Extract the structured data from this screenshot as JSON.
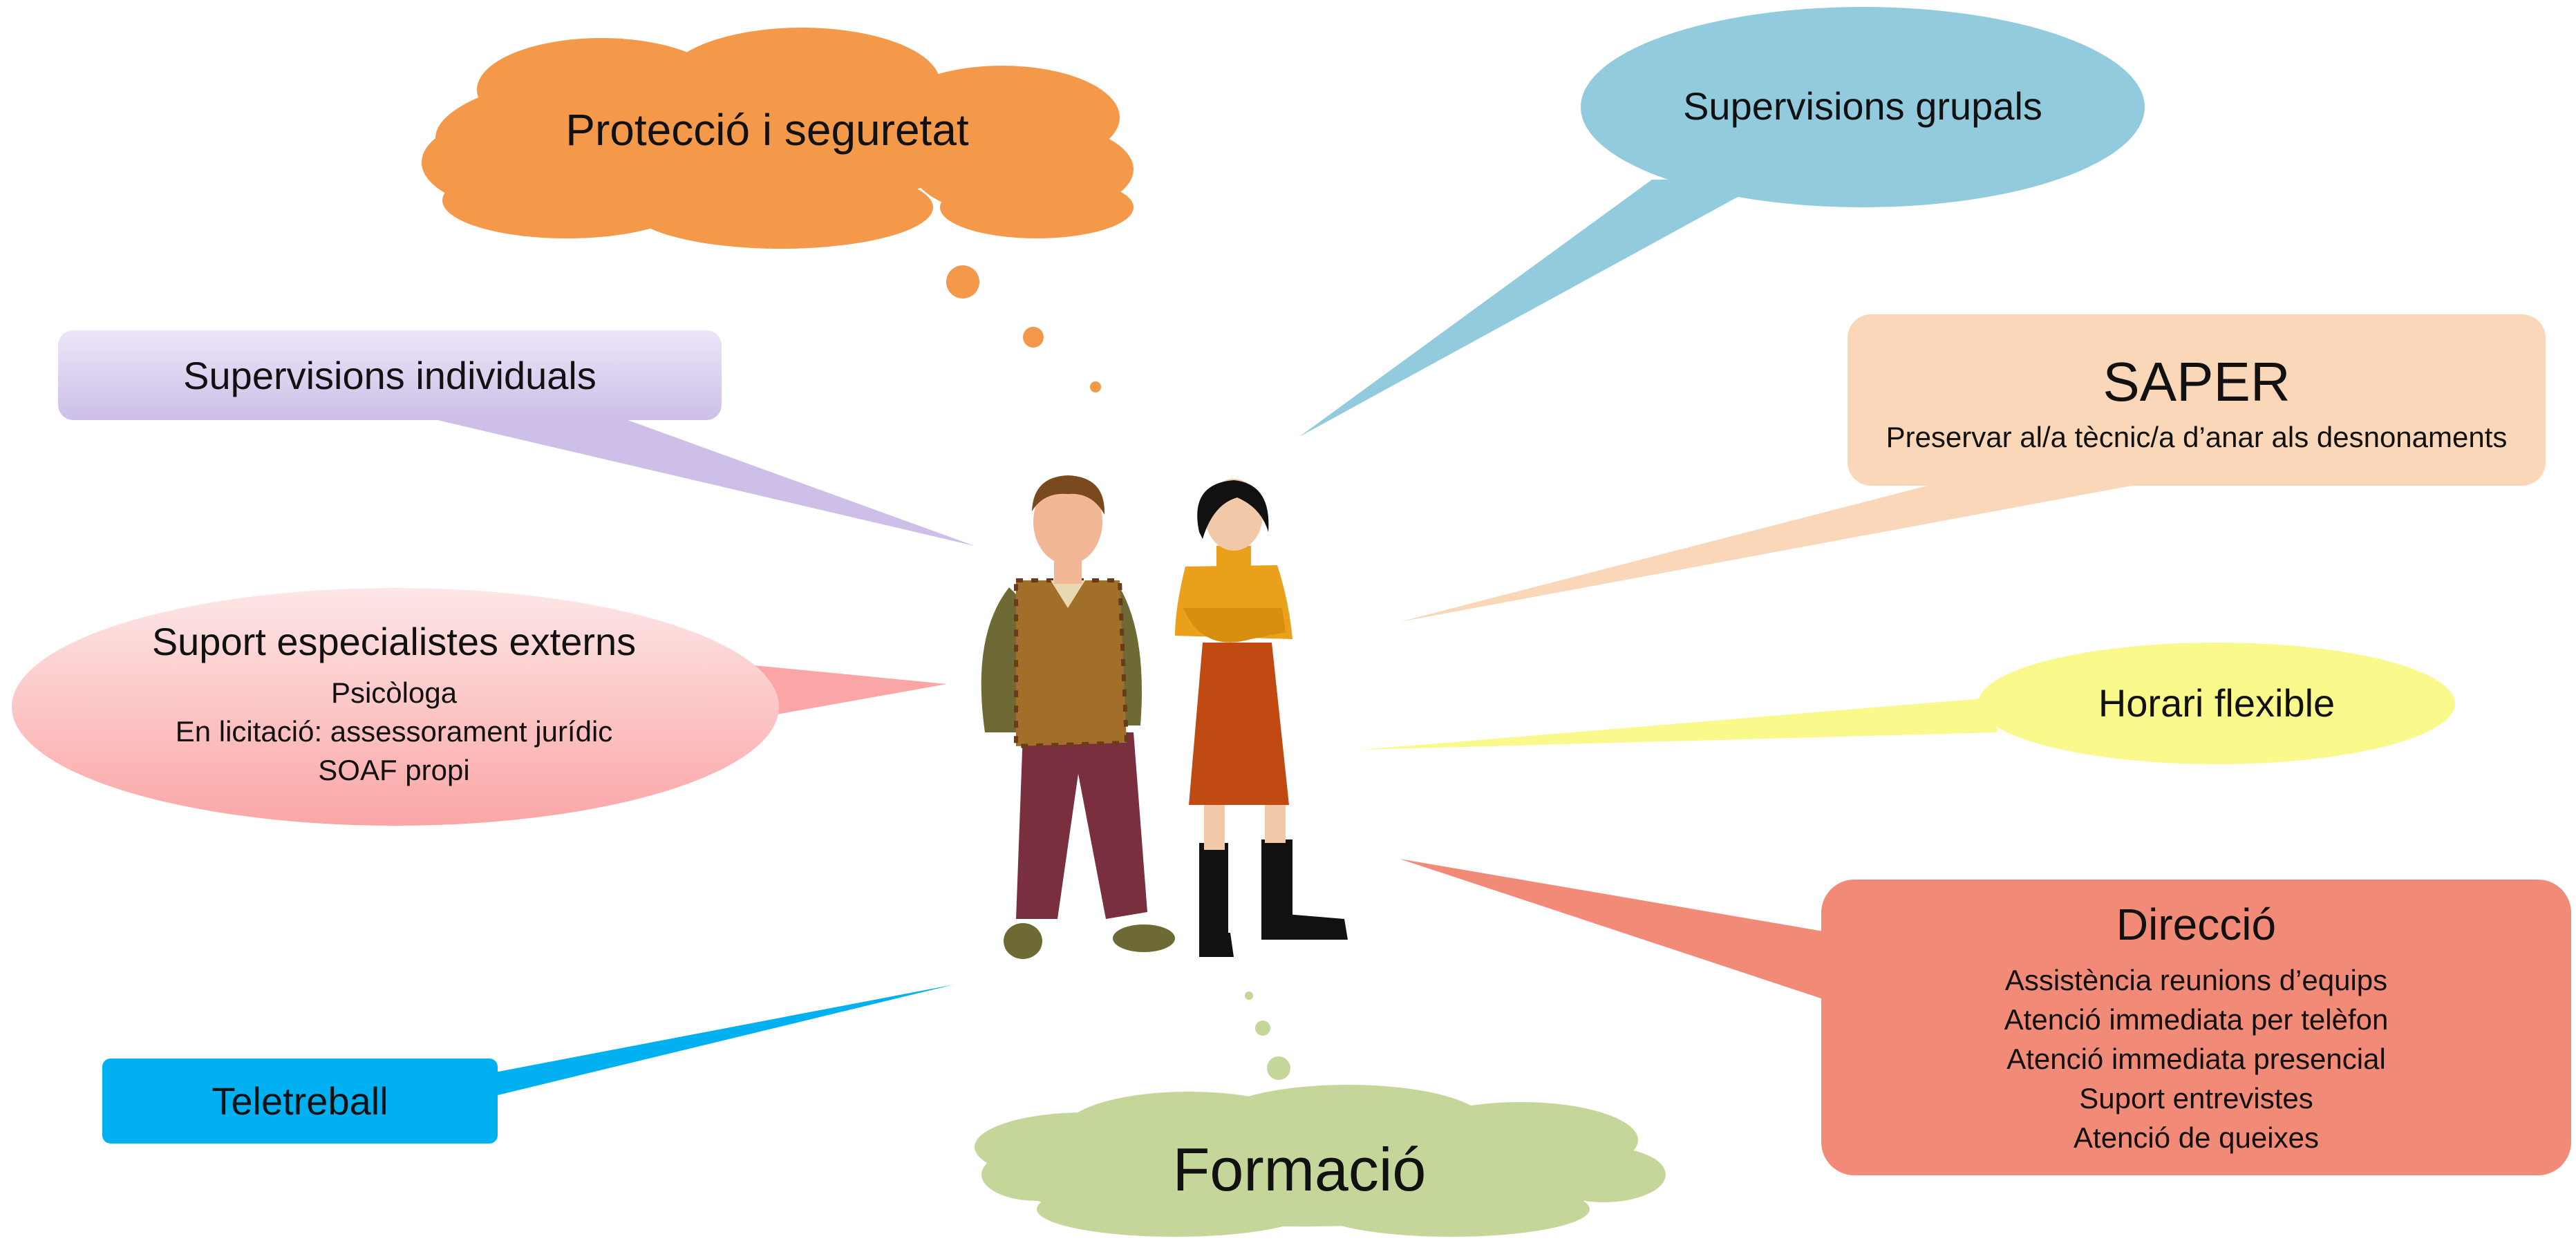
{
  "bubbles": {
    "proteccio": {
      "title": "Protecció i seguretat",
      "color": "#f4984a"
    },
    "supervisions_grupals": {
      "title": "Supervisions grupals",
      "color": "#92cbdd"
    },
    "supervisions_individuals": {
      "title": "Supervisions individuals",
      "color": "#dcd3ef"
    },
    "saper": {
      "title": "SAPER",
      "subtitle": "Preservar al/a tècnic/a d’anar als desnonaments",
      "color": "#fad7b8"
    },
    "suport_especialistes": {
      "title": "Suport especialistes externs",
      "lines": [
        "Psicòloga",
        "En licitació: assessorament jurídic",
        "SOAF propi"
      ],
      "color": "#fcc3c3"
    },
    "horari_flexible": {
      "title": "Horari flexible",
      "color": "#f9f98c"
    },
    "direccio": {
      "title": "Direcció",
      "lines": [
        "Assistència reunions d’equips",
        "Atenció immediata per telèfon",
        "Atenció immediata presencial",
        "Suport entrevistes",
        "Atenció de queixes"
      ],
      "color": "#f28a78"
    },
    "teletreball": {
      "title": "Teletreball",
      "color": "#00b0f0"
    },
    "formacio": {
      "title": "Formació",
      "color": "#c5d69a"
    }
  }
}
